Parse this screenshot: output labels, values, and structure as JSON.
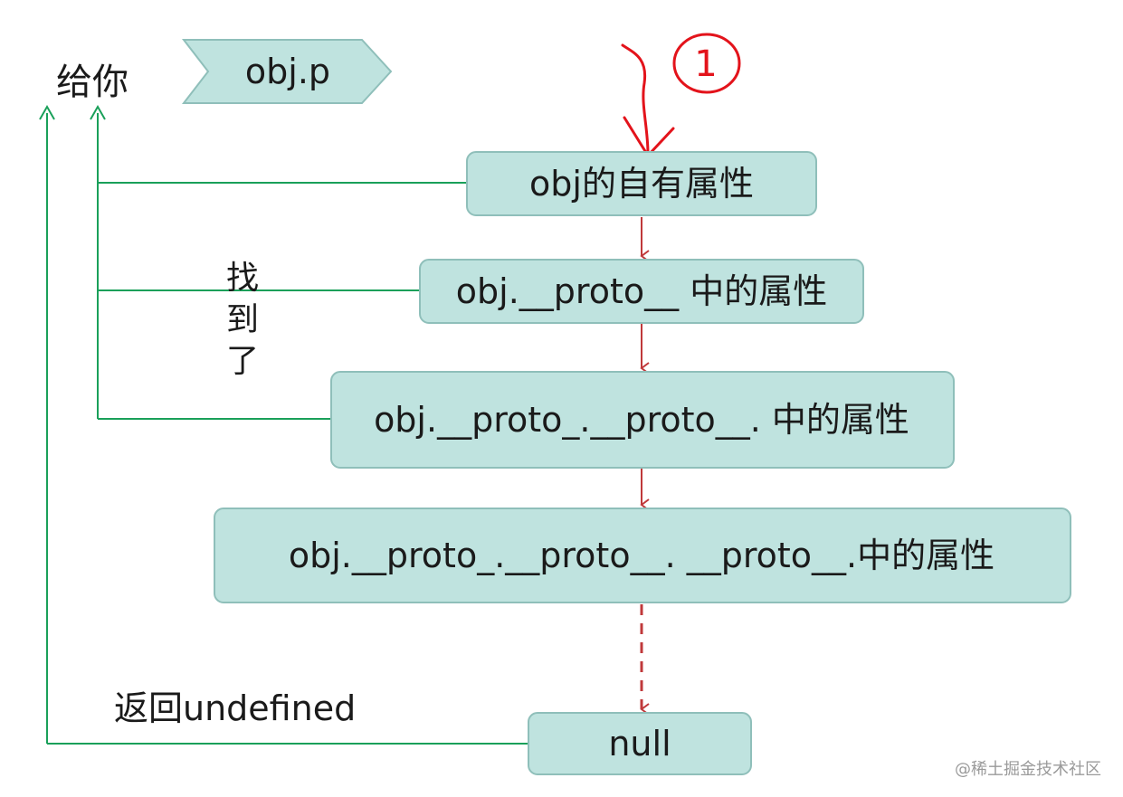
{
  "start_tag": "obj.p",
  "give_label": "给你",
  "found_label": "找到了",
  "not_found_label": "返回undefined",
  "annotation_mark": "1",
  "boxes": [
    {
      "label": "obj的自有属性"
    },
    {
      "label": "obj.__proto__ 中的属性"
    },
    {
      "label": "obj.__proto_.__proto__. 中的属性"
    },
    {
      "label": "obj.__proto_.__proto__. __proto__.中的属性"
    },
    {
      "label": "null"
    }
  ],
  "watermark": "@稀土掘金技术社区",
  "colors": {
    "box_fill": "#bfe3df",
    "box_stroke": "#8fbfba",
    "green_line": "#1aa05a",
    "red_arrow": "#c0393b",
    "annotation_red": "#e3131b"
  }
}
